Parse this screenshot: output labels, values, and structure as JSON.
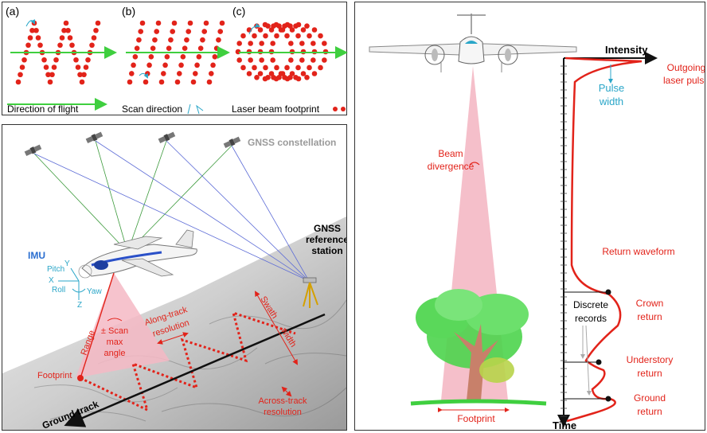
{
  "scan_panel": {
    "label_a": "(a)",
    "label_b": "(b)",
    "label_c": "(c)",
    "direction_of_flight": "Direction of flight",
    "scan_direction": "Scan direction",
    "laser_beam_footprint": "Laser beam footprint"
  },
  "survey_panel": {
    "gnss_constellation": "GNSS constellation",
    "gnss_reference_line1": "GNSS",
    "gnss_reference_line2": "reference",
    "gnss_reference_line3": "station",
    "imu": "IMU",
    "pitch": "Pitch",
    "roll": "Roll",
    "yaw": "Yaw",
    "axis_x": "X",
    "axis_y": "Y",
    "axis_z": "Z",
    "range": "Range",
    "scan_angle_line1": "± Scan",
    "scan_angle_line2": "max",
    "scan_angle_line3": "angle",
    "along_track_line1": "Along-track",
    "along_track_line2": "resolution",
    "swath_width_line1": "Swath",
    "swath_width_line2": "width",
    "across_track_line1": "Across-track",
    "across_track_line2": "resolution",
    "footprint": "Footprint",
    "ground_track": "Ground track"
  },
  "waveform_panel": {
    "intensity": "Intensity",
    "time": "Time",
    "outgoing_line1": "Outgoing",
    "outgoing_line2": "laser pulse",
    "pulse_line1": "Pulse",
    "pulse_line2": "width",
    "beam_line1": "Beam",
    "beam_line2": "divergence",
    "return_waveform": "Return waveform",
    "discrete_line1": "Discrete",
    "discrete_line2": "records",
    "crown_line1": "Crown",
    "crown_line2": "return",
    "understory_line1": "Understory",
    "understory_line2": "return",
    "ground_line1": "Ground",
    "ground_line2": "return",
    "footprint": "Footprint"
  },
  "colors": {
    "red": "#e2231a",
    "green": "#3fcf3f",
    "blue_text": "#2aa6c8",
    "beam_pink": "#f4b8c4",
    "gray_text": "#9a9a9a"
  }
}
